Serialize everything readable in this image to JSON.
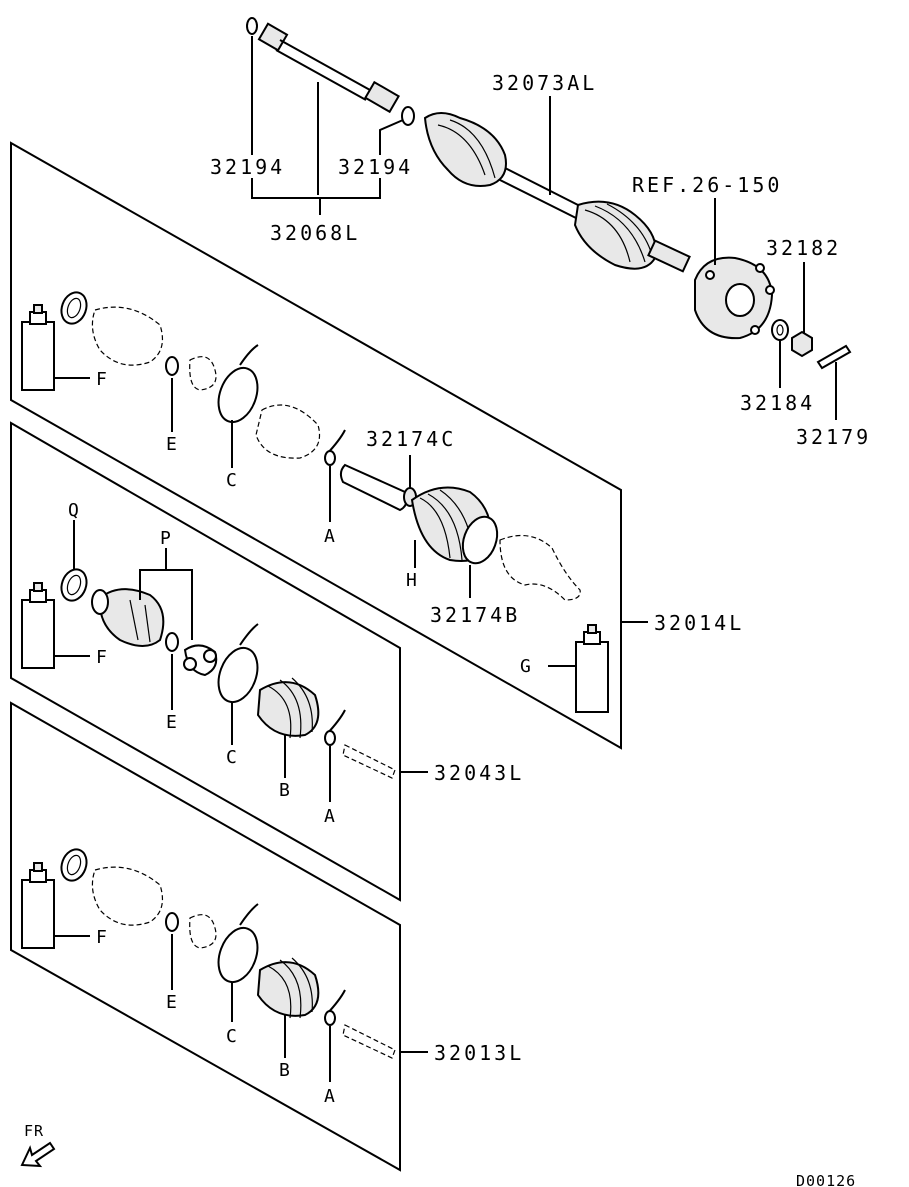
{
  "labels": {
    "p32194a": "32194",
    "p32194b": "32194",
    "p32068L": "32068L",
    "p32073AL": "32073AL",
    "ref": "REF.26-150",
    "p32182": "32182",
    "p32184": "32184",
    "p32179": "32179",
    "p32174C": "32174C",
    "p32174B": "32174B",
    "p32014L": "32014L",
    "p32043L": "32043L",
    "p32013L": "32013L",
    "fr": "FR",
    "code": "D00126"
  },
  "letters": {
    "F": "F",
    "E": "E",
    "C": "C",
    "A": "A",
    "H": "H",
    "G": "G",
    "Q": "Q",
    "P": "P",
    "B": "B"
  }
}
